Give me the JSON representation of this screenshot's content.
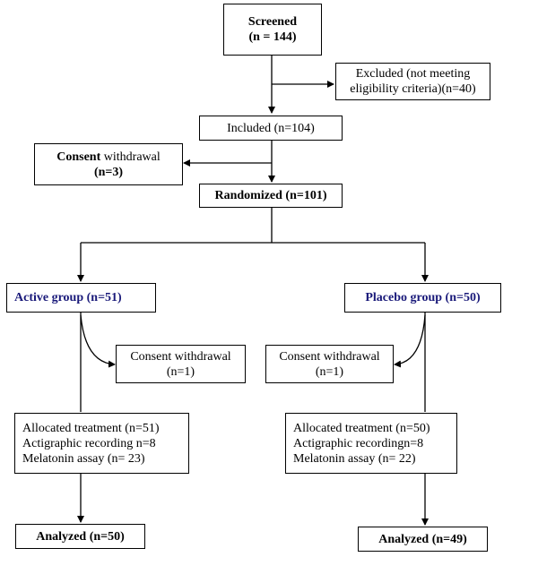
{
  "diagram": {
    "screened": {
      "title": "Screened",
      "count": "(n = 144)"
    },
    "excluded": {
      "line1": "Excluded (not meeting",
      "line2": "eligibility criteria)(n=40)"
    },
    "included": {
      "text": "Included (n=104)"
    },
    "consent_withdrawal_top": {
      "bold": "Consent",
      "rest": " withdrawal",
      "count": "(n=3)"
    },
    "randomized": {
      "text": "Randomized (n=101)"
    },
    "active_group": {
      "text": "Active group (n=51)"
    },
    "placebo_group": {
      "text": "Placebo group (n=50)"
    },
    "active_withdrawal": {
      "line1": "Consent withdrawal",
      "line2": "(n=1)"
    },
    "placebo_withdrawal": {
      "line1": "Consent withdrawal",
      "line2": "(n=1)"
    },
    "active_details": {
      "lines": [
        "Allocated treatment (n=51)",
        "Actigraphic recording n=8",
        "Melatonin assay (n= 23)"
      ]
    },
    "placebo_details": {
      "lines": [
        "Allocated treatment (n=50)",
        "Actigraphic recordingn=8",
        "Melatonin assay (n= 22)"
      ]
    },
    "active_analyzed": {
      "text": "Analyzed (n=50)"
    },
    "placebo_analyzed": {
      "text": "Analyzed (n=49)"
    }
  }
}
